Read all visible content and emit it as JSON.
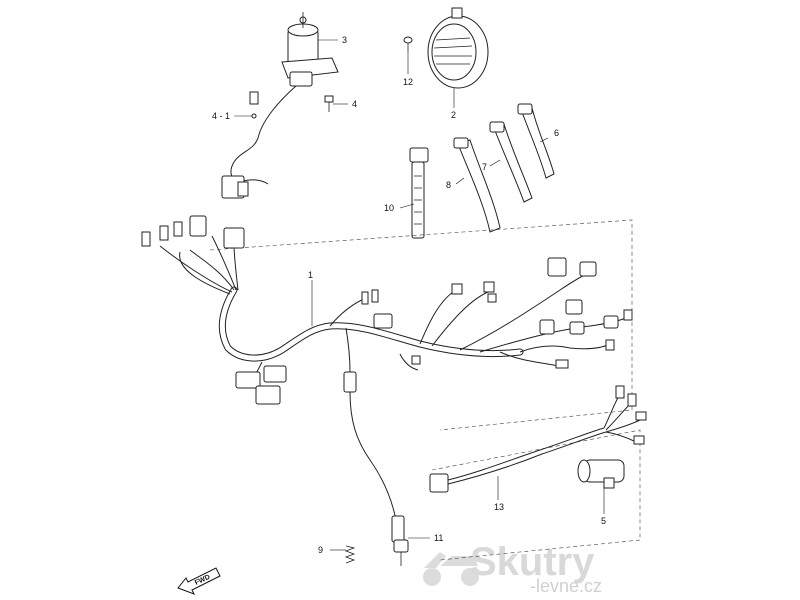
{
  "diagram": {
    "callouts": {
      "p1": "1",
      "p2": "2",
      "p3": "3",
      "p4": "4",
      "p4_1": "4 - 1",
      "p5": "5",
      "p6": "6",
      "p7": "7",
      "p8": "8",
      "p9": "9",
      "p10": "10",
      "p11": "11",
      "p12": "12",
      "p13": "13"
    },
    "fwd_label": "FWD"
  },
  "watermark": {
    "brand": "Skutry",
    "subtitle": "-levne.cz"
  },
  "colors": {
    "line": "#222222",
    "background": "#ffffff",
    "watermark": "#d9d9d9"
  }
}
